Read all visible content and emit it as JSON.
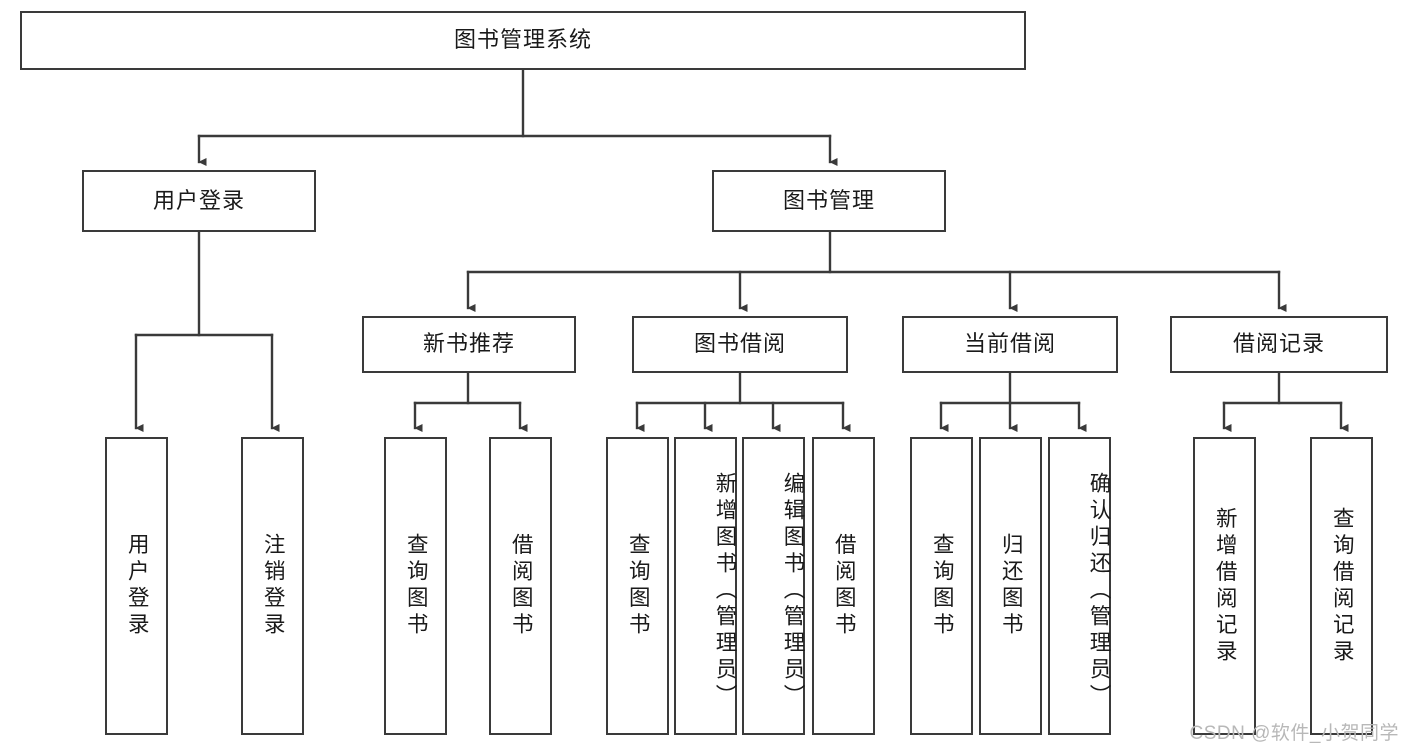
{
  "diagram": {
    "title": "图书管理系统",
    "watermark": "CSDN @软件_小贺同学",
    "levels": {
      "root": {
        "label": "图书管理系统"
      },
      "level2": [
        {
          "id": "user-login",
          "label": "用户登录"
        },
        {
          "id": "book-manage",
          "label": "图书管理"
        }
      ],
      "level3": [
        {
          "id": "new-book-recommend",
          "label": "新书推荐"
        },
        {
          "id": "book-borrow",
          "label": "图书借阅"
        },
        {
          "id": "current-borrow",
          "label": "当前借阅"
        },
        {
          "id": "borrow-record",
          "label": "借阅记录"
        }
      ],
      "leaves": [
        {
          "id": "leaf-user-login",
          "label": "用户登录",
          "parent": "user-login"
        },
        {
          "id": "leaf-logout",
          "label": "注销登录",
          "parent": "user-login"
        },
        {
          "id": "leaf-query-book-1",
          "label": "查询图书",
          "parent": "new-book-recommend"
        },
        {
          "id": "leaf-borrow-book-1",
          "label": "借阅图书",
          "parent": "new-book-recommend"
        },
        {
          "id": "leaf-query-book-2",
          "label": "查询图书",
          "parent": "book-borrow"
        },
        {
          "id": "leaf-add-book",
          "label": "新增图书（管理员）",
          "parent": "book-borrow"
        },
        {
          "id": "leaf-edit-book",
          "label": "编辑图书（管理员）",
          "parent": "book-borrow"
        },
        {
          "id": "leaf-borrow-book-2",
          "label": "借阅图书",
          "parent": "book-borrow"
        },
        {
          "id": "leaf-query-book-3",
          "label": "查询图书",
          "parent": "current-borrow"
        },
        {
          "id": "leaf-return-book",
          "label": "归还图书",
          "parent": "current-borrow"
        },
        {
          "id": "leaf-confirm-return",
          "label": "确认归还（管理员）",
          "parent": "current-borrow"
        },
        {
          "id": "leaf-add-record",
          "label": "新增借阅记录",
          "parent": "borrow-record"
        },
        {
          "id": "leaf-query-record",
          "label": "查询借阅记录",
          "parent": "borrow-record"
        }
      ]
    },
    "colors": {
      "stroke": "#3a3a3a",
      "fill": "#ffffff",
      "text": "#1a1a1a",
      "watermark": "#b8b8b8"
    }
  }
}
